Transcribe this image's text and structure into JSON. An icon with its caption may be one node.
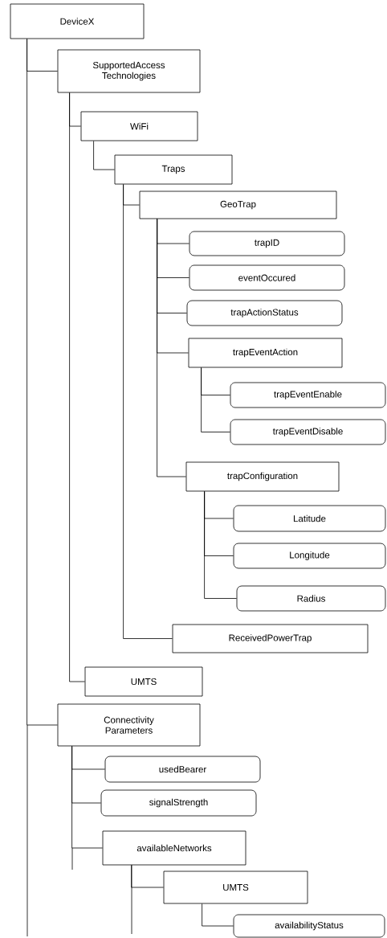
{
  "diagram": {
    "nodes": [
      {
        "text": [
          "DeviceX"
        ]
      },
      {
        "text": [
          "SupportedAccess Technologies"
        ]
      },
      {
        "text": [
          "WiFi"
        ]
      },
      {
        "text": [
          "Traps"
        ]
      },
      {
        "text": [
          "GeoTrap"
        ]
      },
      {
        "text": [
          "trapID"
        ]
      },
      {
        "text": [
          "eventOccured"
        ]
      },
      {
        "text": [
          "trapActionStatus"
        ]
      },
      {
        "text": [
          "trapEventAction"
        ]
      },
      {
        "text": [
          "trapEventEnable"
        ]
      },
      {
        "text": [
          "trapEventDisable"
        ]
      },
      {
        "text": [
          "trapConfiguration"
        ]
      },
      {
        "text": [
          "Latitude"
        ]
      },
      {
        "text": [
          "Longitude"
        ]
      },
      {
        "text": [
          "Radius"
        ]
      },
      {
        "text": [
          "ReceivedPowerTrap"
        ]
      },
      {
        "text": [
          "UMTS"
        ]
      },
      {
        "text": [
          "Connectivity Parameters"
        ]
      },
      {
        "text": [
          "usedBearer"
        ]
      },
      {
        "text": [
          "signalStrength"
        ]
      },
      {
        "text": [
          "availableNetworks"
        ]
      },
      {
        "text": [
          "UMTS"
        ]
      },
      {
        "text": [
          "availabilityStatus"
        ]
      }
    ],
    "edges": [
      {
        "from": 0,
        "to": 1,
        "arrow": "none"
      },
      {
        "from": 1,
        "to": 2,
        "arrow": "none"
      },
      {
        "from": 2,
        "to": 3,
        "arrow": "none"
      },
      {
        "from": 3,
        "to": 4,
        "arrow": "none"
      },
      {
        "from": 4,
        "to": 5,
        "arrow": "none"
      },
      {
        "from": 4,
        "to": 6,
        "arrow": "none"
      },
      {
        "from": 4,
        "to": 7,
        "arrow": "none"
      },
      {
        "from": 4,
        "to": 8,
        "arrow": "none"
      },
      {
        "from": 8,
        "to": 9,
        "arrow": "none"
      },
      {
        "from": 8,
        "to": 10,
        "arrow": "none"
      },
      {
        "from": 4,
        "to": 11,
        "arrow": "none"
      },
      {
        "from": 11,
        "to": 12,
        "arrow": "none"
      },
      {
        "from": 11,
        "to": 13,
        "arrow": "none"
      },
      {
        "from": 11,
        "to": 14,
        "arrow": "none"
      },
      {
        "from": 3,
        "to": 15,
        "arrow": "none"
      },
      {
        "from": 1,
        "to": 16,
        "arrow": "none"
      },
      {
        "from": 0,
        "to": 17,
        "arrow": "none"
      },
      {
        "from": 17,
        "to": 18,
        "arrow": "none"
      },
      {
        "from": 17,
        "to": 19,
        "arrow": "none"
      },
      {
        "from": 17,
        "to": 20,
        "arrow": "none"
      },
      {
        "from": 20,
        "to": 21,
        "arrow": "none"
      },
      {
        "from": 21,
        "to": 22,
        "arrow": "none"
      }
    ]
  }
}
